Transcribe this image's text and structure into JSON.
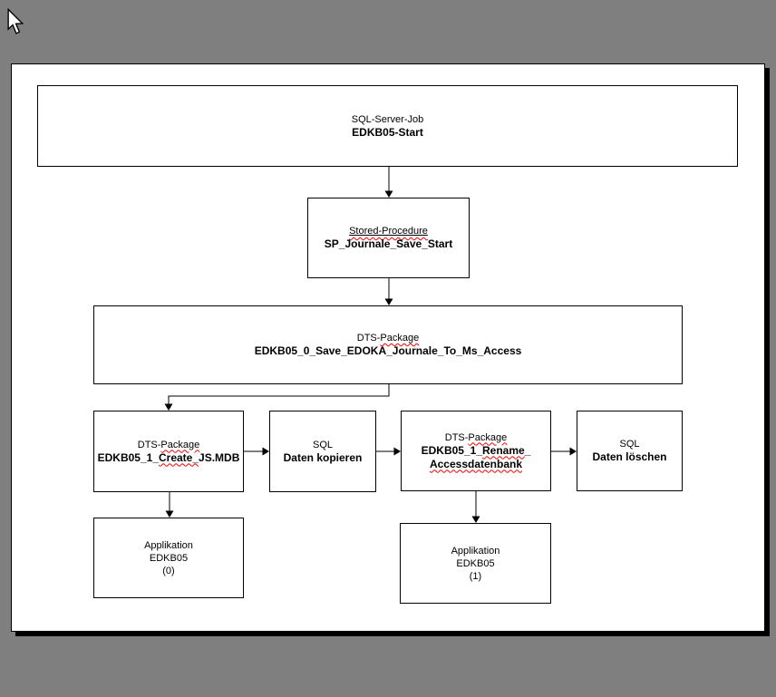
{
  "colors": {
    "desktop_background": "#7f7f7f",
    "page_background": "#ffffff",
    "line_color": "#000000",
    "squiggle_color": "#ff0000"
  },
  "diagram": {
    "boxes": [
      {
        "name": "sql-server-job",
        "lines": [
          [
            {
              "t": "SQL-Server-Job"
            }
          ],
          [
            {
              "t": "EDKB05-Start",
              "b": 1
            }
          ]
        ]
      },
      {
        "name": "stored-procedure-start",
        "lines": [
          [
            {
              "t": "Stored-Procedure",
              "u": 1,
              "s": 1
            }
          ],
          [
            {
              "t": "SP_Journale_Save_Start",
              "b": 1
            }
          ]
        ]
      },
      {
        "name": "dts-package-save-journale",
        "lines": [
          [
            {
              "t": "DTS-"
            },
            {
              "t": "Package",
              "s": 1
            }
          ],
          [
            {
              "t": "EDKB05_0_Save_EDOKA_Journale_To_Ms_Access",
              "b": 1
            }
          ]
        ]
      },
      {
        "name": "dts-package-create-js-mdb",
        "lines": [
          [
            {
              "t": "DTS-"
            },
            {
              "t": "Package",
              "s": 1
            }
          ],
          [
            {
              "t": "EDKB05_1_",
              "b": 1
            },
            {
              "t": "Create_",
              "b": 1,
              "s": 1
            },
            {
              "t": "JS.MDB",
              "b": 1
            }
          ]
        ]
      },
      {
        "name": "sql-daten-kopieren",
        "lines": [
          [
            {
              "t": "SQL"
            }
          ],
          [
            {
              "t": "Daten kopieren",
              "b": 1
            }
          ]
        ]
      },
      {
        "name": "dts-package-rename-accessdatenbank",
        "lines": [
          [
            {
              "t": "DTS-"
            },
            {
              "t": "Package",
              "s": 1
            }
          ],
          [
            {
              "t": "EDKB05_1_",
              "b": 1
            },
            {
              "t": "Rename",
              "b": 1,
              "s": 1
            },
            {
              "t": "_",
              "b": 1
            }
          ],
          [
            {
              "t": "Accessdatenbank",
              "b": 1,
              "s": 1
            }
          ]
        ]
      },
      {
        "name": "sql-daten-loeschen",
        "lines": [
          [
            {
              "t": "SQL"
            }
          ],
          [
            {
              "t": "Daten löschen",
              "b": 1
            }
          ]
        ]
      },
      {
        "name": "applikation-edkb05-0",
        "lines": [
          [
            {
              "t": "Applikation"
            }
          ],
          [
            {
              "t": "EDKB05"
            }
          ],
          [
            {
              "t": "(0)"
            }
          ]
        ]
      },
      {
        "name": "applikation-edkb05-1",
        "lines": [
          [
            {
              "t": "Applikation"
            }
          ],
          [
            {
              "t": "EDKB05"
            }
          ],
          [
            {
              "t": "(1)"
            }
          ]
        ]
      }
    ]
  }
}
